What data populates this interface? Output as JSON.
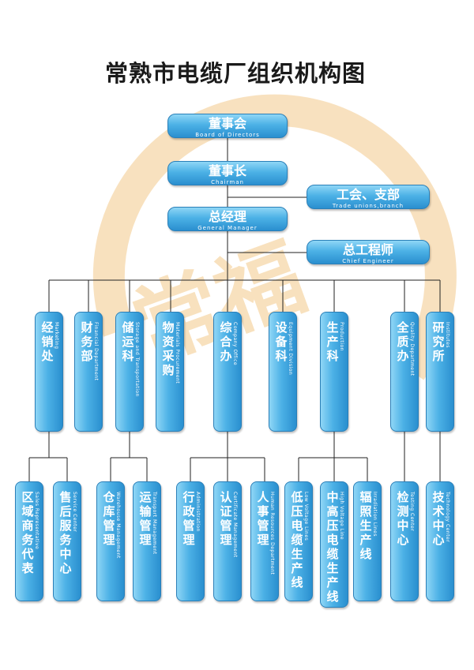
{
  "title": "常熟市电缆厂组织机构图",
  "watermark": "常福",
  "colors": {
    "box": "#3fa6df",
    "line": "#222222",
    "watermark": "#f6d9a8"
  },
  "top_boxes": [
    {
      "zh": "董事会",
      "en": "Board of Directors"
    },
    {
      "zh": "董事长",
      "en": "Chairman"
    },
    {
      "zh": "工会、支部",
      "en": "Trade unions,branch"
    },
    {
      "zh": "总经理",
      "en": "General Manager"
    },
    {
      "zh": "总工程师",
      "en": "Chief Engineer"
    }
  ],
  "departments": [
    {
      "zh": "经销处",
      "en": "Marketing"
    },
    {
      "zh": "财务部",
      "en": "Financial Department"
    },
    {
      "zh": "储运科",
      "en": "Storage and Transportation"
    },
    {
      "zh": "物资采购",
      "en": "Materials Procurement"
    },
    {
      "zh": "综合办",
      "en": "Company Office"
    },
    {
      "zh": "设备科",
      "en": "Equipment Division"
    },
    {
      "zh": "生产科",
      "en": "Production"
    },
    {
      "zh": "全质办",
      "en": "Quality Department"
    },
    {
      "zh": "研究所",
      "en": "Institutes"
    }
  ],
  "sub_units": [
    {
      "zh": "区域商务代表",
      "en": "Sales Representative"
    },
    {
      "zh": "售后服务中心",
      "en": "Service Center"
    },
    {
      "zh": "仓库管理",
      "en": "Warehouse Management"
    },
    {
      "zh": "运输管理",
      "en": "Transport Management"
    },
    {
      "zh": "行政管理",
      "en": "Administration"
    },
    {
      "zh": "认证管理",
      "en": "Certificate Management"
    },
    {
      "zh": "人事管理",
      "en": "Human Resources Department"
    },
    {
      "zh": "低压电缆生产线",
      "en": "Low Voltage Lines"
    },
    {
      "zh": "中高压电缆生产线",
      "en": "High Voltage Line"
    },
    {
      "zh": "辐照生产线",
      "en": "Irradiation Lines"
    },
    {
      "zh": "检测中心",
      "en": "Testing Center"
    },
    {
      "zh": "技术中心",
      "en": "Technology Center"
    }
  ]
}
